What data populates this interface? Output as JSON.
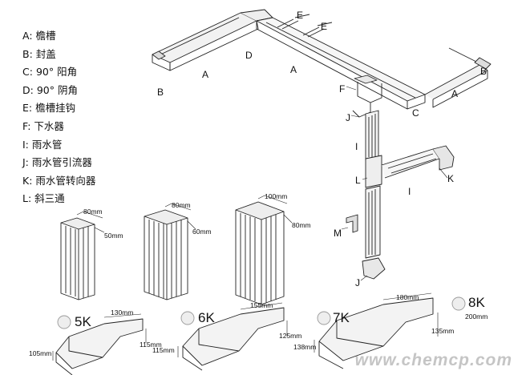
{
  "legend": [
    {
      "key": "A:",
      "text": "檐槽"
    },
    {
      "key": "B:",
      "text": "封盖"
    },
    {
      "key": "C:",
      "text": "90° 阳角"
    },
    {
      "key": "D:",
      "text": "90° 阴角"
    },
    {
      "key": "E:",
      "text": "檐槽挂钩"
    },
    {
      "key": "F:",
      "text": "下水器"
    },
    {
      "key": "I:",
      "text": "雨水管"
    },
    {
      "key": "J:",
      "text": "雨水管引流器"
    },
    {
      "key": "K:",
      "text": "雨水管转向器"
    },
    {
      "key": "L:",
      "text": "斜三通"
    }
  ],
  "callouts": {
    "a1": "A",
    "a2": "A",
    "a3": "A",
    "b1": "B",
    "b2": "B",
    "c": "C",
    "d": "D",
    "e1": "E",
    "e2": "E",
    "f": "F",
    "i1": "I",
    "i2": "I",
    "j1": "J",
    "j2": "J",
    "k": "K",
    "l": "L",
    "m": "M"
  },
  "downpipes": [
    {
      "w": "80mm",
      "d": "50mm"
    },
    {
      "w": "80mm",
      "d": "60mm"
    },
    {
      "w": "100mm",
      "d": "80mm"
    }
  ],
  "gutters": [
    {
      "badge": "5K",
      "top": "130mm",
      "left": "105mm",
      "right": "115mm"
    },
    {
      "badge": "6K",
      "top": "155mm",
      "left": "115mm",
      "right": "125mm"
    },
    {
      "badge": "7K",
      "top": "180mm",
      "left": "138mm",
      "right": "135mm"
    },
    {
      "badge": "8K",
      "sub": "200mm"
    }
  ],
  "watermark": "www.chemcp.com"
}
